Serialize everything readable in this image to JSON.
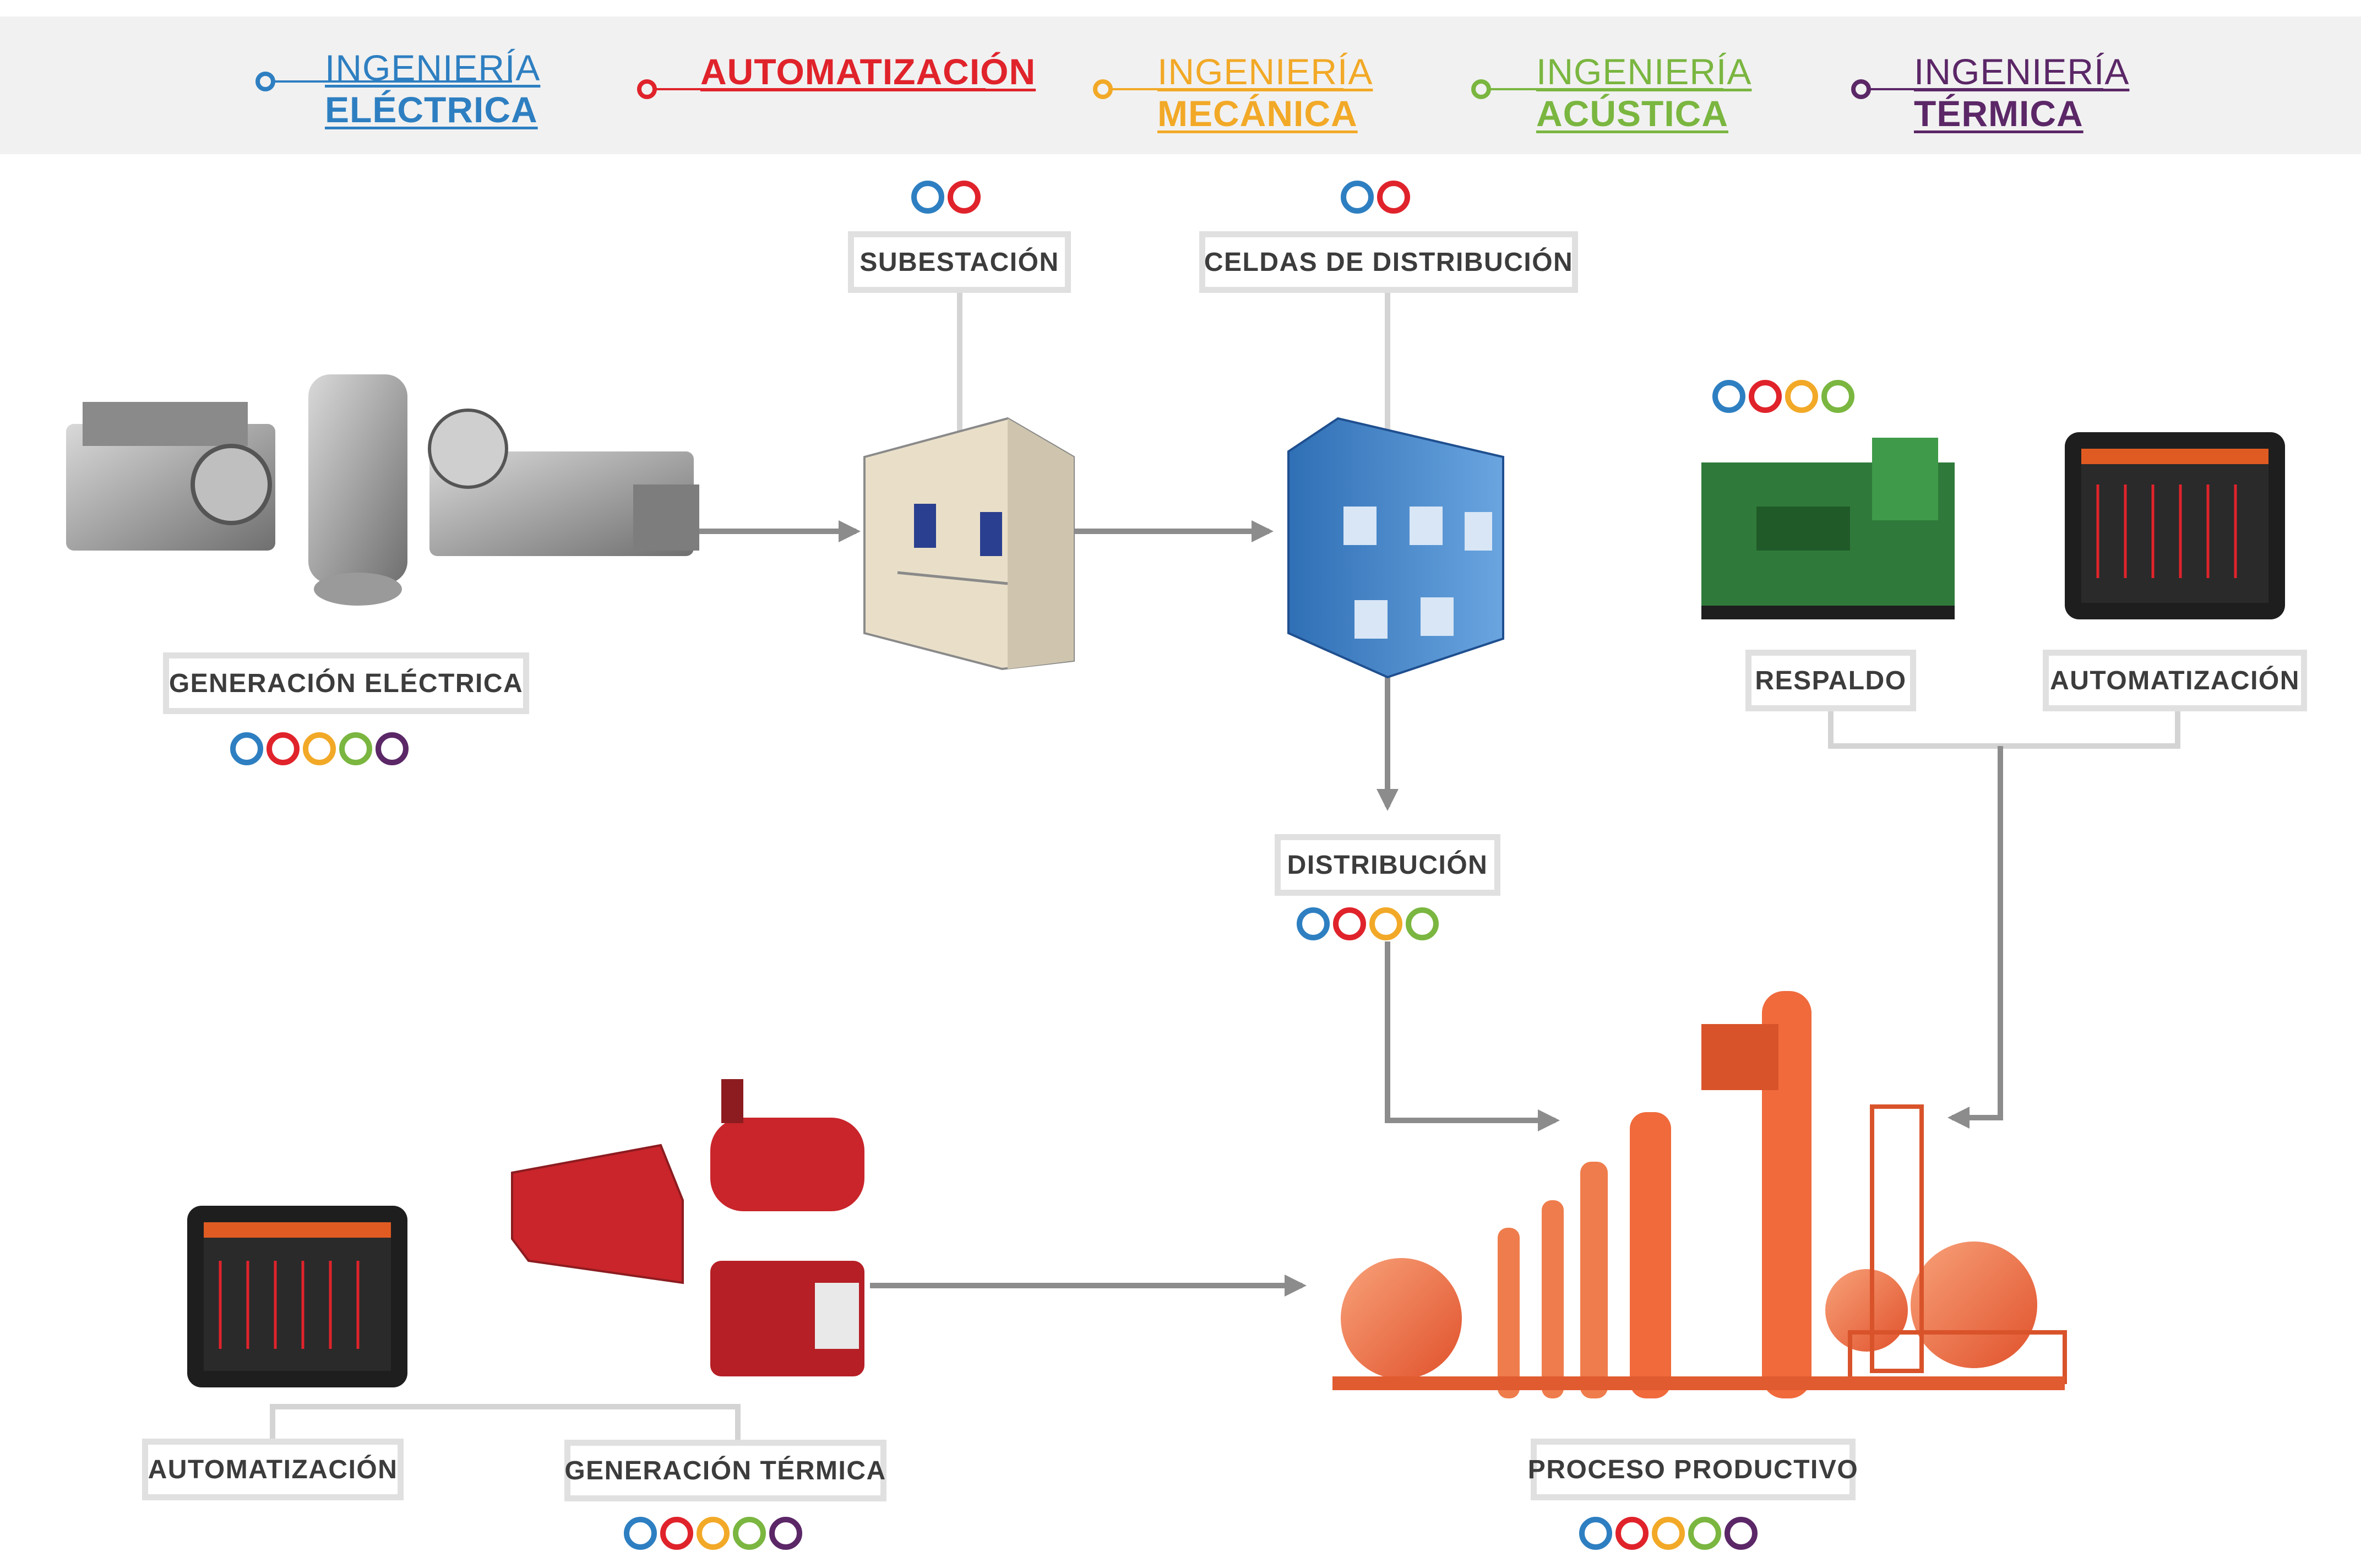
{
  "colors": {
    "electrica": "#2e7fc1",
    "automatizacion": "#e0232b",
    "mecanica": "#f2a927",
    "acustica": "#7ab640",
    "termica": "#5b2767",
    "connector": "#8c8c8c",
    "box_border": "#e0e0e0"
  },
  "legend": [
    {
      "key": "electrica",
      "line1": "INGENIERÍA",
      "line2": "ELÉCTRICA"
    },
    {
      "key": "automatizacion",
      "line1": "",
      "line2": "AUTOMATIZACIÓN"
    },
    {
      "key": "mecanica",
      "line1": "INGENIERÍA",
      "line2": "MECÁNICA"
    },
    {
      "key": "acustica",
      "line1": "INGENIERÍA",
      "line2": "ACÚSTICA"
    },
    {
      "key": "termica",
      "line1": "INGENIERÍA",
      "line2": "TÉRMICA"
    }
  ],
  "nodes": {
    "generacion_electrica": {
      "label": "GENERACIÓN ELÉCTRICA",
      "disciplines": [
        "electrica",
        "automatizacion",
        "mecanica",
        "acustica",
        "termica"
      ],
      "icon": "generator-engines-icon"
    },
    "subestacion": {
      "label": "SUBESTACIÓN",
      "disciplines": [
        "electrica",
        "automatizacion"
      ],
      "icon": "switchgear-cabinet-icon"
    },
    "celdas_distribucion": {
      "label": "CELDAS DE DISTRIBUCIÓN",
      "disciplines": [
        "electrica",
        "automatizacion"
      ],
      "icon": "blue-distribution-cells-icon"
    },
    "distribucion": {
      "label": "DISTRIBUCIÓN",
      "disciplines": [
        "electrica",
        "automatizacion",
        "mecanica",
        "acustica"
      ]
    },
    "respaldo_group": {
      "disciplines": [
        "electrica",
        "automatizacion",
        "mecanica",
        "acustica"
      ]
    },
    "respaldo": {
      "label": "RESPALDO",
      "icon": "backup-generator-icon"
    },
    "automatizacion_top": {
      "label": "AUTOMATIZACIÓN",
      "icon": "scada-tablet-icon"
    },
    "automatizacion_bottom": {
      "label": "AUTOMATIZACIÓN",
      "icon": "scada-tablet-icon"
    },
    "generacion_termica": {
      "label": "GENERACIÓN TÉRMICA",
      "disciplines": [
        "electrica",
        "automatizacion",
        "mecanica",
        "acustica",
        "termica"
      ],
      "icon": "thermal-equipment-icon"
    },
    "proceso_productivo": {
      "label": "PROCESO PRODUCTIVO",
      "disciplines": [
        "electrica",
        "automatizacion",
        "mecanica",
        "acustica",
        "termica"
      ],
      "icon": "industrial-plant-icon"
    }
  }
}
